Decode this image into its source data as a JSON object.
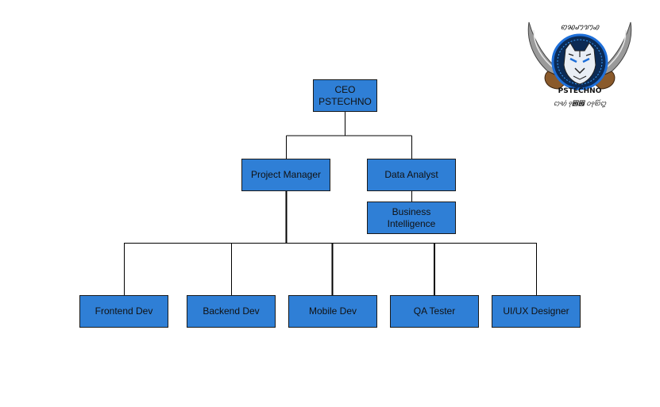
{
  "colors": {
    "node_fill": "#2f7fd6",
    "node_border": "#1a1a1a",
    "connector": "#000000",
    "background": "#ffffff"
  },
  "logo": {
    "top_text": "ꩅꩆꩇꩈꩉ",
    "name": "PSTECHNO",
    "bottom_text": "ꩊꩋꩌ ꩍ꩎꩏ ꩐꩑꩒꩓",
    "icon": "tiger-emblem-icon"
  },
  "org": {
    "ceo": "CEO\nPSTECHNO",
    "project_manager": "Project Manager",
    "data_analyst": "Data Analyst",
    "business_intelligence": "Business\nIntelligence",
    "team": [
      "Frontend Dev",
      "Backend Dev",
      "Mobile Dev",
      "QA Tester",
      "UI/UX Designer"
    ]
  }
}
